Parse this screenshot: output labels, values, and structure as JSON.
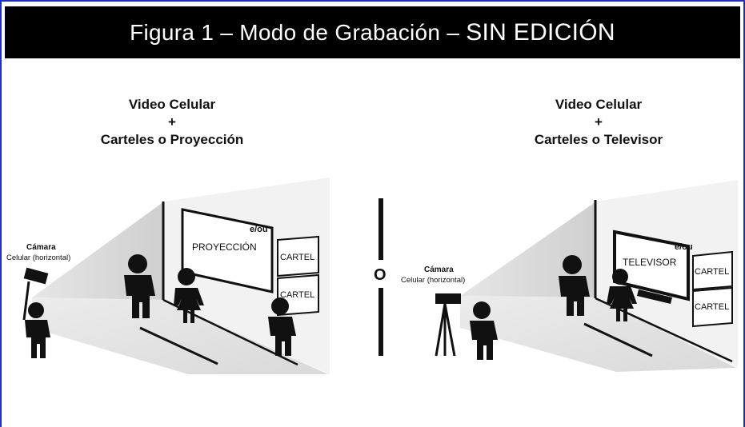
{
  "title": {
    "prefix": "Figura 1 – Modo de Grabación –",
    "highlight": "SIN EDICIÓN"
  },
  "left_panel": {
    "heading_line1": "Video Celular",
    "heading_plus": "+",
    "heading_line2": "Carteles o Proyección",
    "camera_label": "Cámara",
    "camera_sub": "Celular (horizontal)",
    "projection_label": "PROYECCIÓN",
    "or_label": "e/ou",
    "sign1": "CARTEL",
    "sign2": "CARTEL"
  },
  "divider_label": "O",
  "right_panel": {
    "heading_line1": "Video Celular",
    "heading_plus": "+",
    "heading_line2": "Carteles o Televisor",
    "camera_label": "Cámara",
    "camera_sub": "Celular (horizontal)",
    "tv_label": "TELEVISOR",
    "or_label": "e/ou",
    "sign1": "CARTEL",
    "sign2": "CARTEL"
  }
}
